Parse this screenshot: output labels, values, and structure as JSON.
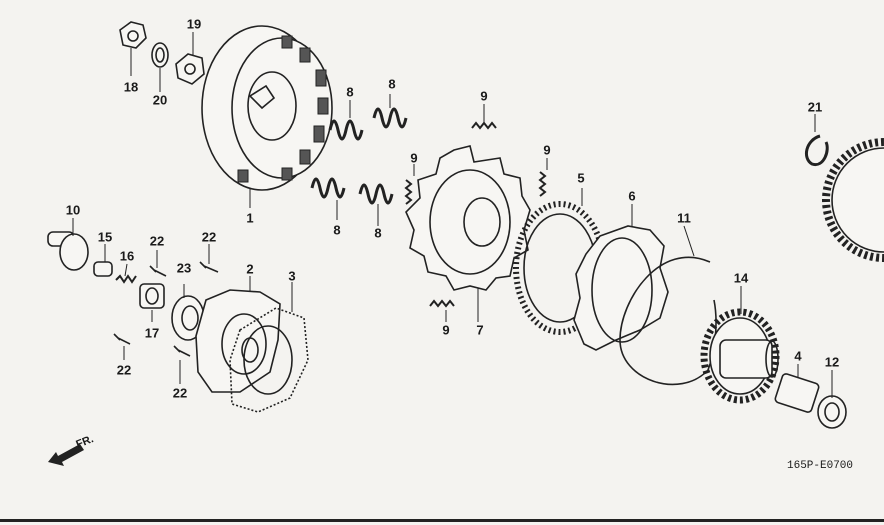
{
  "diagram": {
    "code": "165P-E0700",
    "direction_label": "FR.",
    "callouts": [
      {
        "id": "c1",
        "label": "1"
      },
      {
        "id": "c2",
        "label": "2"
      },
      {
        "id": "c3",
        "label": "3"
      },
      {
        "id": "c4",
        "label": "4"
      },
      {
        "id": "c5",
        "label": "5"
      },
      {
        "id": "c6",
        "label": "6"
      },
      {
        "id": "c7",
        "label": "7"
      },
      {
        "id": "c8a",
        "label": "8"
      },
      {
        "id": "c8b",
        "label": "8"
      },
      {
        "id": "c8c",
        "label": "8"
      },
      {
        "id": "c8d",
        "label": "8"
      },
      {
        "id": "c9a",
        "label": "9"
      },
      {
        "id": "c9b",
        "label": "9"
      },
      {
        "id": "c9c",
        "label": "9"
      },
      {
        "id": "c9d",
        "label": "9"
      },
      {
        "id": "c10",
        "label": "10"
      },
      {
        "id": "c11",
        "label": "11"
      },
      {
        "id": "c12",
        "label": "12"
      },
      {
        "id": "c14",
        "label": "14"
      },
      {
        "id": "c15",
        "label": "15"
      },
      {
        "id": "c16",
        "label": "16"
      },
      {
        "id": "c17",
        "label": "17"
      },
      {
        "id": "c18",
        "label": "18"
      },
      {
        "id": "c19",
        "label": "19"
      },
      {
        "id": "c20",
        "label": "20"
      },
      {
        "id": "c21",
        "label": "21"
      },
      {
        "id": "c22a",
        "label": "22"
      },
      {
        "id": "c22b",
        "label": "22"
      },
      {
        "id": "c22c",
        "label": "22"
      },
      {
        "id": "c22d",
        "label": "22"
      },
      {
        "id": "c23",
        "label": "23"
      }
    ]
  }
}
